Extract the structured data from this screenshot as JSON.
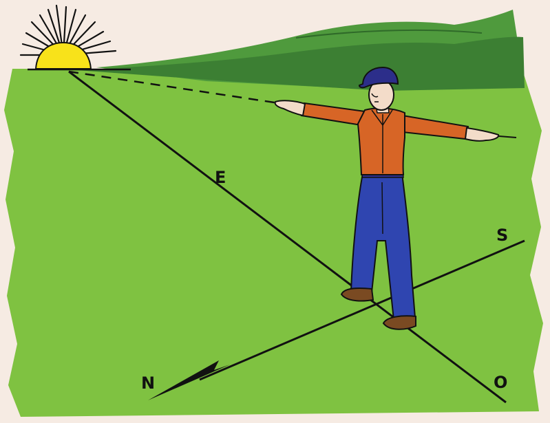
{
  "labels": {
    "east": "E",
    "south": "S",
    "north": "N",
    "west": "O"
  },
  "colors": {
    "background": "#f6ebe3",
    "grass": "#7fc241",
    "hills_light": "#4f9a3d",
    "hills_dark": "#3c7f33",
    "sun": "#f8e21a",
    "shirt": "#d76526",
    "pants": "#2f45b0",
    "cap": "#2c2e8a",
    "skin": "#f3dcc9",
    "shoes": "#7a4a22",
    "lines": "#111111"
  },
  "icons": {
    "sun": "sun-icon",
    "arrow": "north-arrow-icon"
  }
}
